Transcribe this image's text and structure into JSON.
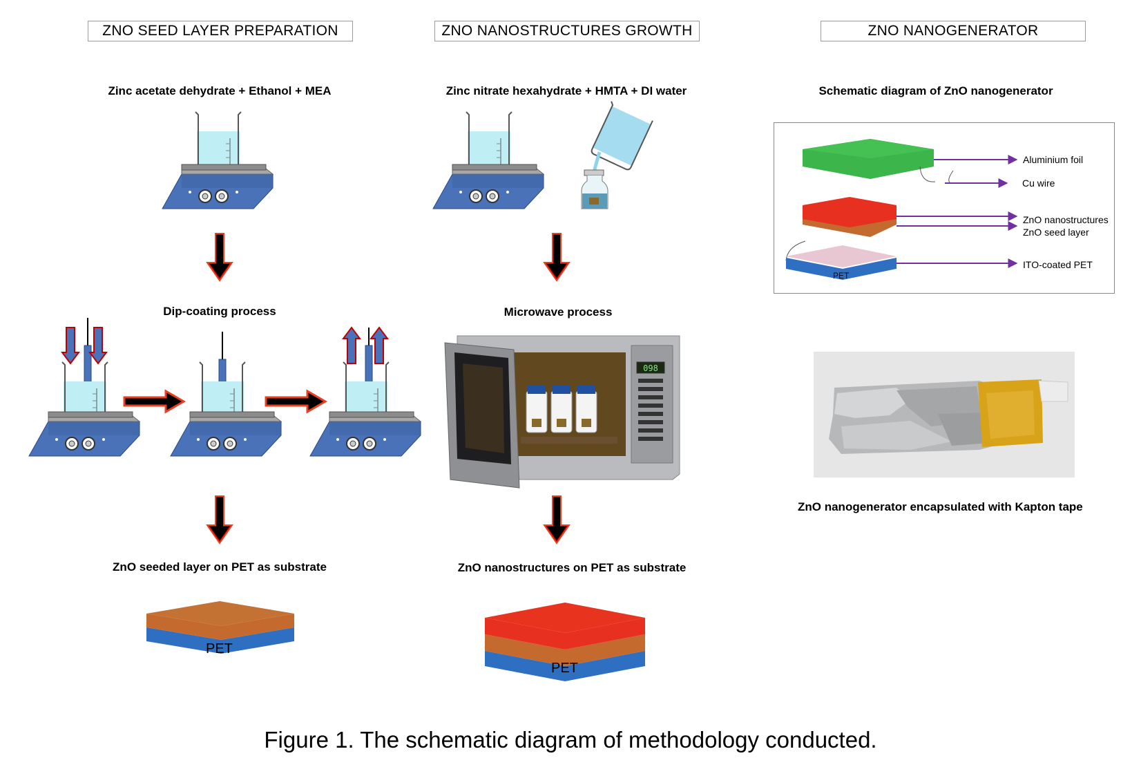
{
  "headers": {
    "seed": "ZNO SEED LAYER PREPARATION",
    "growth": "ZNO NANOSTRUCTURES GROWTH",
    "nanogen": "ZNO NANOGENERATOR"
  },
  "seed": {
    "solution": "Zinc acetate dehydrate + Ethanol + MEA",
    "process": "Dip-coating process",
    "result": "ZnO seeded layer on PET as substrate",
    "pet": "PET"
  },
  "growth": {
    "solution": "Zinc nitrate hexahydrate + HMTA + DI water",
    "process": "Microwave process",
    "microwave_display": "098",
    "result": "ZnO nanostructures on PET as substrate",
    "pet": "PET"
  },
  "nanogen": {
    "diagram_title": "Schematic diagram of ZnO nanogenerator",
    "labels": {
      "al": "Aluminium foil",
      "cu": "Cu wire",
      "zno": "ZnO nanostructures",
      "seed": "ZnO seed layer",
      "ito": "ITO-coated PET",
      "pet": "PET"
    },
    "photo_caption": "ZnO nanogenerator encapsulated with Kapton tape"
  },
  "figure_caption": "Figure 1. The schematic diagram of methodology conducted.",
  "colors": {
    "hotplate": "#4a72b8",
    "water": "#bfeef5",
    "arrow_down": "#c00000",
    "arrow_right": "#e84020",
    "copper": "#c46a2e",
    "pet_blue": "#2e6fc2",
    "zno_red": "#e83020",
    "al_green": "#3cb54a",
    "ito_pink": "#e8c6d2",
    "wire_purple": "#7030a0"
  }
}
